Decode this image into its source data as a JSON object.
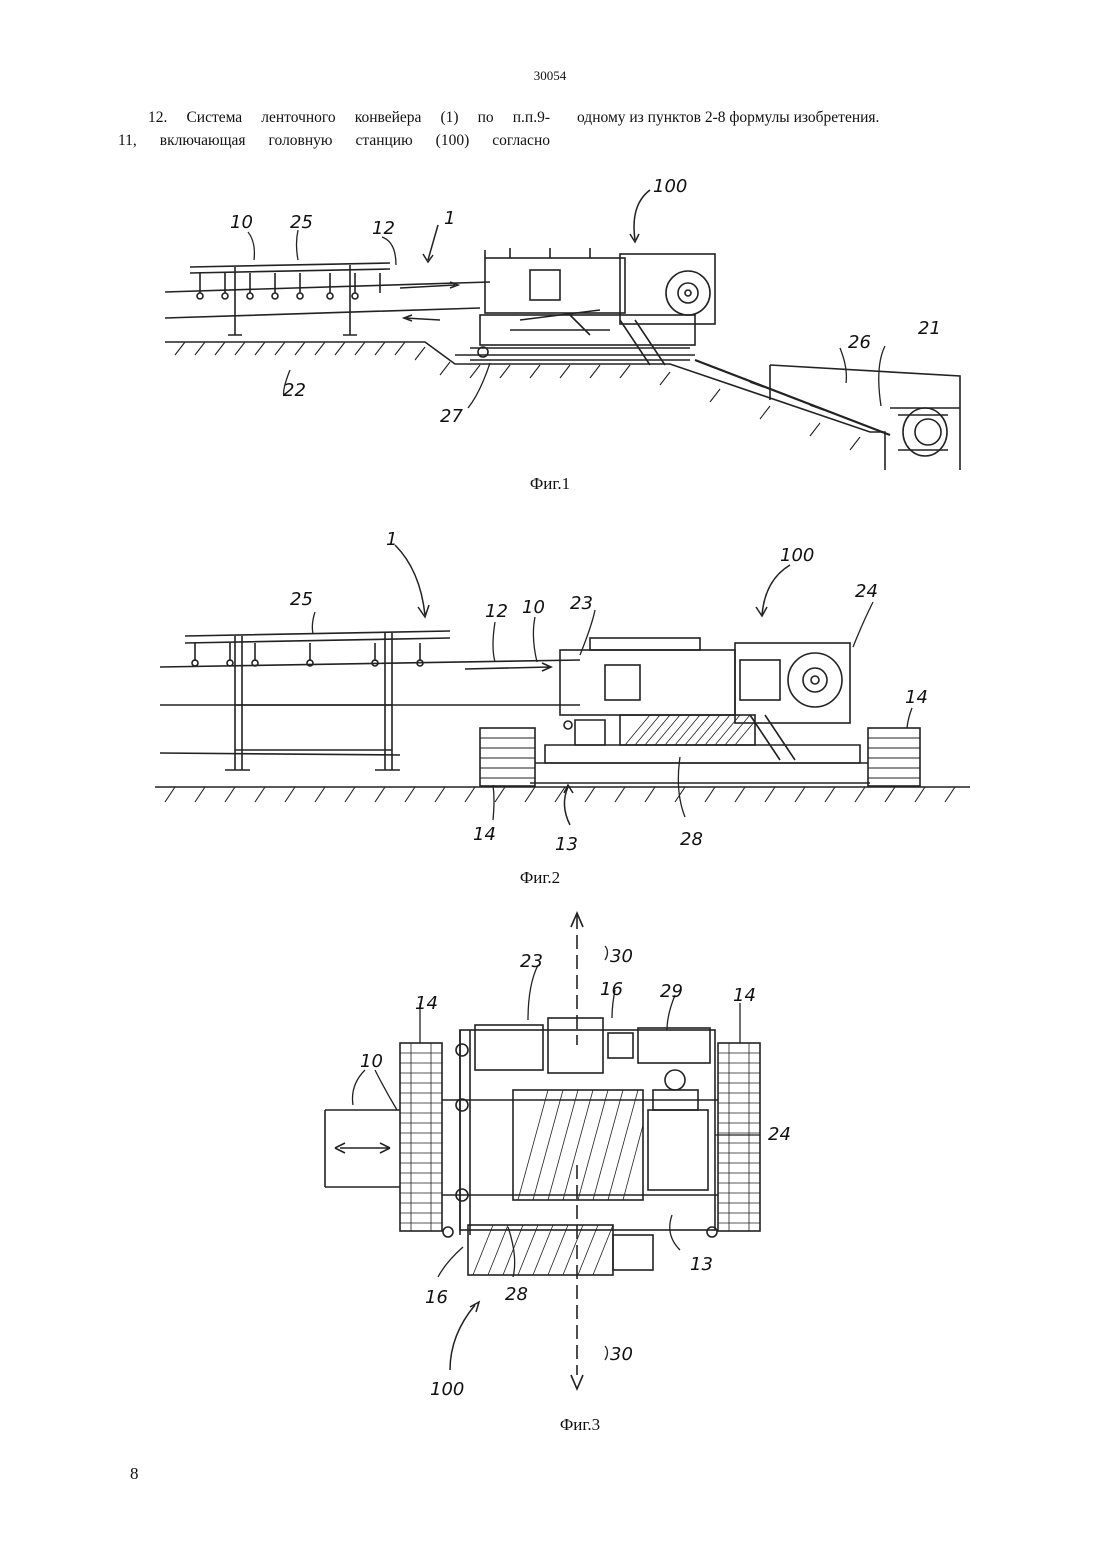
{
  "header": {
    "page_number": "30054"
  },
  "claim": {
    "line1": "12. Система ленточного конвейера (1) по п.п.9-",
    "line2": "11, включающая головную станцию (100) согласно",
    "continuation": "одному из пунктов 2-8 формулы изобретения."
  },
  "figures": [
    {
      "caption": "Фиг.1",
      "labels": {
        "l10": "10",
        "l25": "25",
        "l12": "12",
        "l1": "1",
        "l100": "100",
        "l21": "21",
        "l26": "26",
        "l22": "22",
        "l27": "27"
      }
    },
    {
      "caption": "Фиг.2",
      "labels": {
        "l1": "1",
        "l100": "100",
        "l25": "25",
        "l12": "12",
        "l10": "10",
        "l23": "23",
        "l24": "24",
        "l14a": "14",
        "l14b": "14",
        "l13": "13",
        "l28": "28"
      }
    },
    {
      "caption": "Фиг.3",
      "labels": {
        "l30a": "30",
        "l23": "23",
        "l16a": "16",
        "l29": "29",
        "l14a": "14",
        "l14b": "14",
        "l10": "10",
        "l24": "24",
        "l16b": "16",
        "l28": "28",
        "l13": "13",
        "l30b": "30",
        "l100": "100"
      }
    }
  ],
  "footer": {
    "page_number": "8"
  }
}
